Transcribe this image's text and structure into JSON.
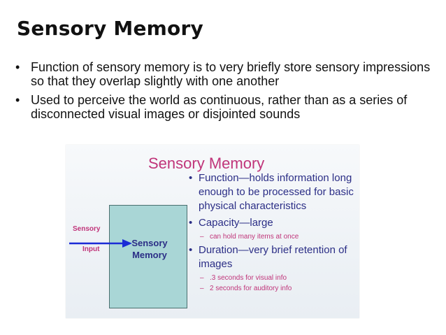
{
  "slide": {
    "title": "Sensory Memory",
    "bullets": [
      "Function of sensory memory is to very briefly store sensory impressions so that they overlap slightly with one another",
      "Used to perceive the world as continuous, rather than as a series of disconnected visual images or disjointed sounds"
    ],
    "bullet_glyph": "•"
  },
  "figure": {
    "title": "Sensory Memory",
    "box_label_line1": "Sensory",
    "box_label_line2": "Memory",
    "input_label_line1": "Sensory",
    "input_label_line2": "Input",
    "items": [
      {
        "text": "Function—holds information long enough to be processed for basic physical characteristics",
        "subs": []
      },
      {
        "text": "Capacity—large",
        "subs": [
          "can hold many items at once"
        ]
      },
      {
        "text": "Duration—very brief retention of images",
        "subs": [
          ".3 seconds for visual info",
          "2 seconds for auditory info"
        ]
      }
    ],
    "dash_glyph": "–",
    "colors": {
      "title": "#c0357a",
      "body_text": "#2b2e86",
      "box_fill": "#a9d6d6",
      "arrow": "#1a2bd6"
    }
  }
}
